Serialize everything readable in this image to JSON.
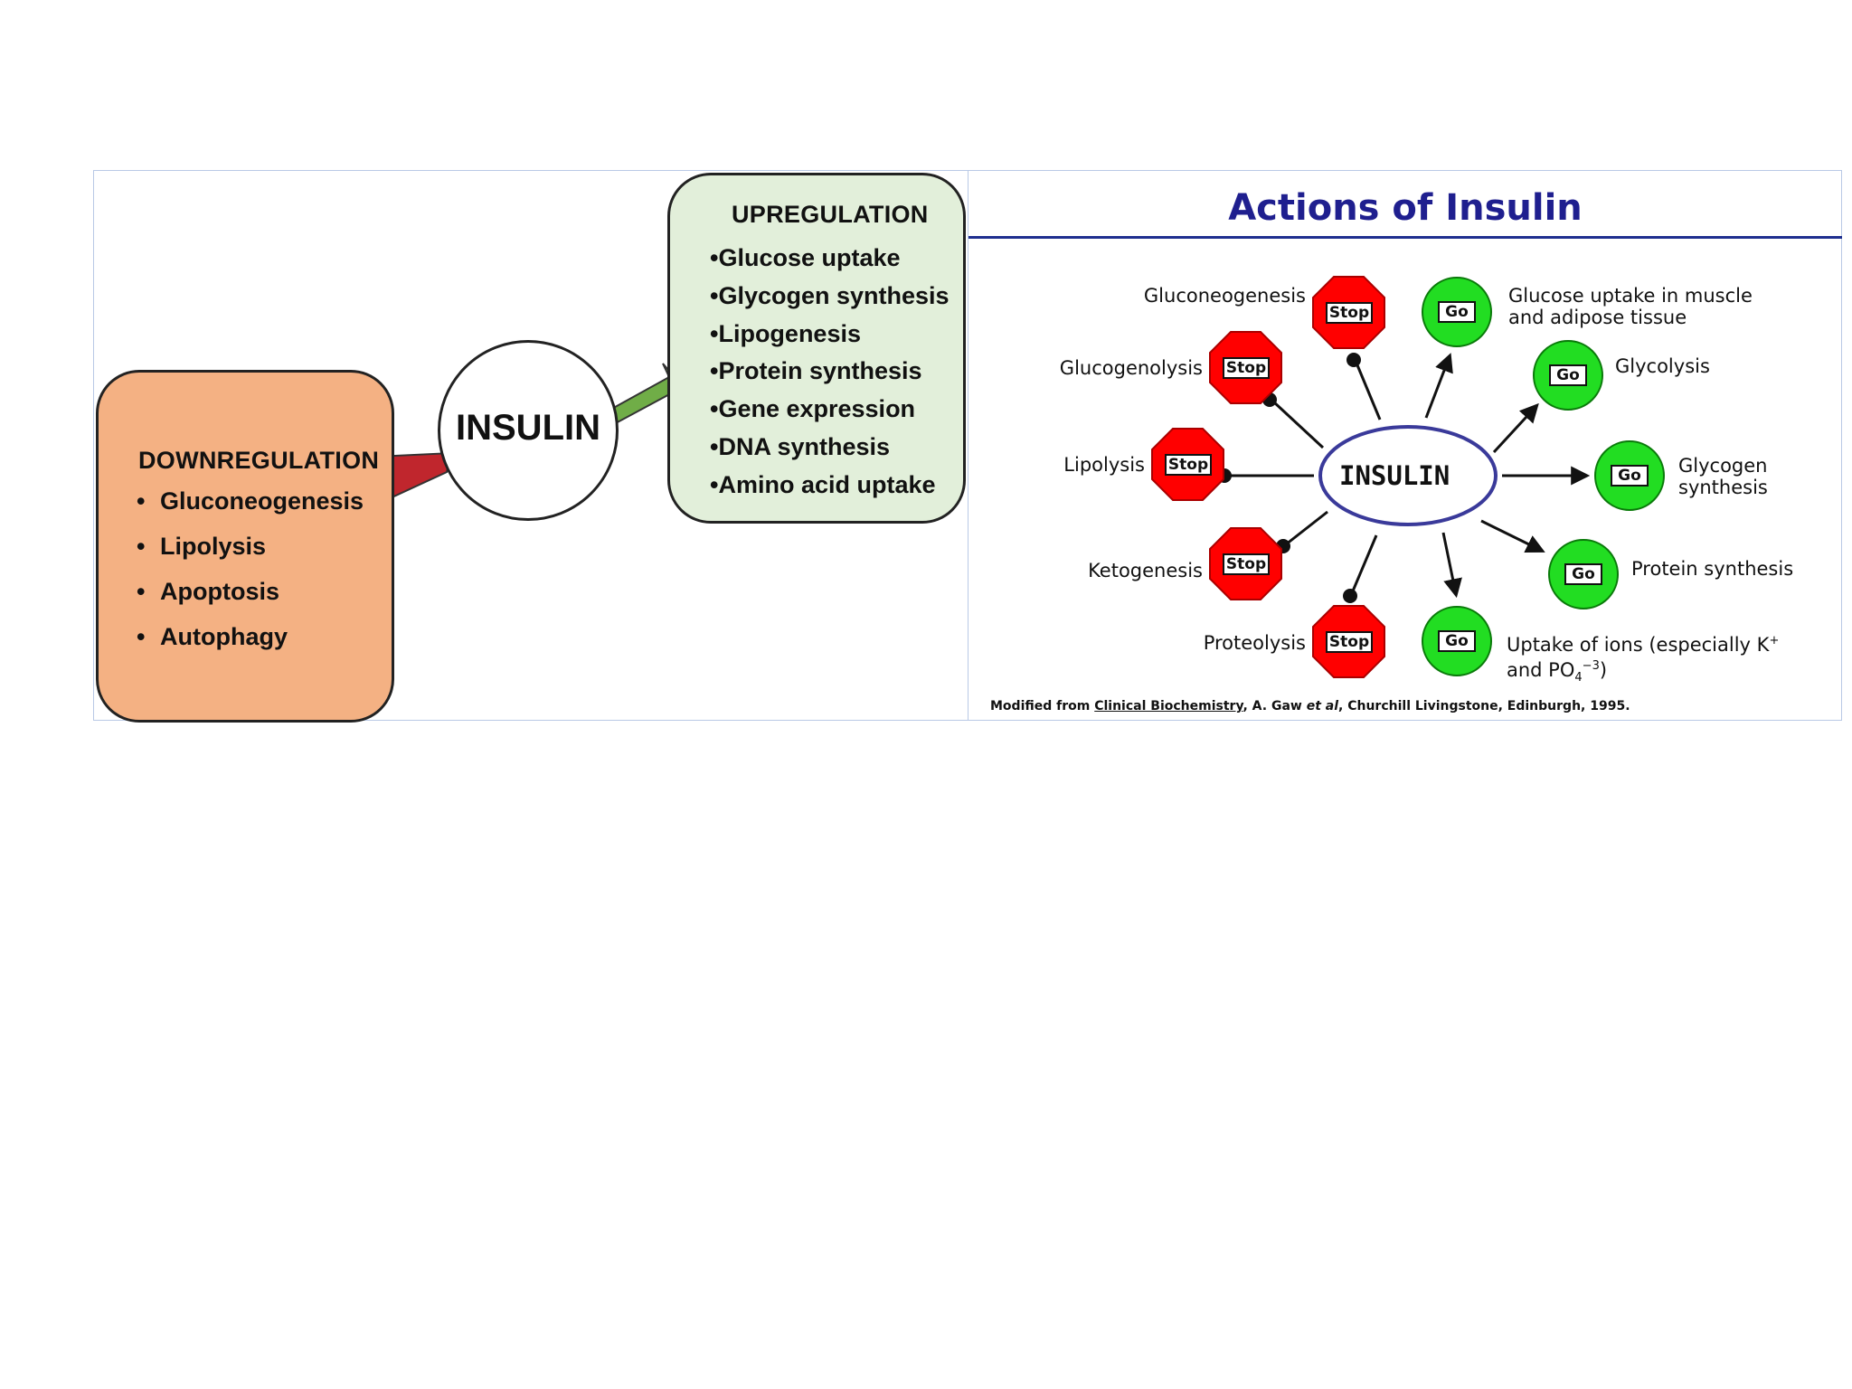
{
  "left_diagram": {
    "downregulation": {
      "title": "DOWNREGULATION",
      "items": [
        "Gluconeogenesis",
        "Lipolysis",
        "Apoptosis",
        "Autophagy"
      ]
    },
    "center_label": "INSULIN",
    "upregulation": {
      "title": "UPREGULATION",
      "items": [
        "Glucose uptake",
        "Glycogen synthesis",
        "Lipogenesis",
        "Protein synthesis",
        "Gene expression",
        "DNA synthesis",
        "Amino acid uptake"
      ]
    },
    "colors": {
      "down_box": "#f4b183",
      "up_box": "#e2efda",
      "down_arrow": "#c0262d",
      "up_arrow": "#70ad47"
    }
  },
  "right_diagram": {
    "title": "Actions of Insulin",
    "center_label": "INSULIN",
    "stop_sign_text": "Stop",
    "go_sign_text": "Go",
    "inhibited": [
      "Gluconeogenesis",
      "Glucogenolysis",
      "Lipolysis",
      "Ketogenesis",
      "Proteolysis"
    ],
    "stimulated": {
      "glucose_uptake": [
        "Glucose uptake in muscle",
        "and adipose tissue"
      ],
      "glycolysis": "Glycolysis",
      "glycogen_synthesis": [
        "Glycogen",
        "synthesis"
      ],
      "protein_synthesis": "Protein synthesis",
      "ion_uptake_line1": "Uptake of ions (especially K",
      "ion_uptake_line1_sup": "+",
      "ion_uptake_line2_a": "and PO",
      "ion_uptake_line2_sub": "4",
      "ion_uptake_line2_sup": "−3",
      "ion_uptake_line2_b": ")"
    },
    "source": {
      "prefix": "Modified from ",
      "book": "Clinical Biochemistry",
      "author": ", A. Gaw ",
      "etal": "et al",
      "suffix": ", Churchill Livingstone, Edinburgh, 1995."
    },
    "colors": {
      "title": "#1f1f8f",
      "stop": "#ff0000",
      "go": "#22dd22",
      "ellipse": "#3a3a9a"
    }
  }
}
